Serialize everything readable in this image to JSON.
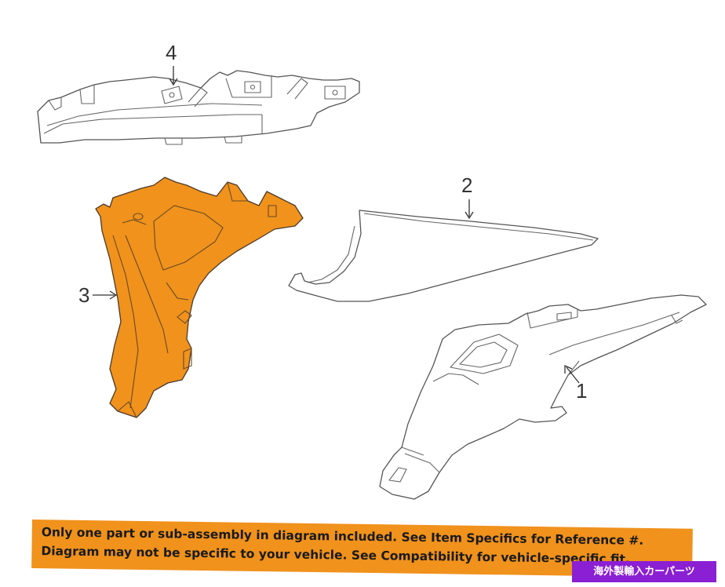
{
  "diagram": {
    "callouts": [
      {
        "number": "1"
      },
      {
        "number": "2"
      },
      {
        "number": "3"
      },
      {
        "number": "4"
      }
    ],
    "highlight_color": "#f0921c"
  },
  "banner": {
    "line1": "Only one part or sub-assembly in diagram included. See Item Specifics for Reference #.",
    "line2": "Diagram may not be specific to your vehicle. See Compatibility for vehicle-specific fit.",
    "color": "#f0921c"
  },
  "badge": {
    "text": "海外製輸入カーパーツ",
    "color": "#8b1fd4"
  }
}
